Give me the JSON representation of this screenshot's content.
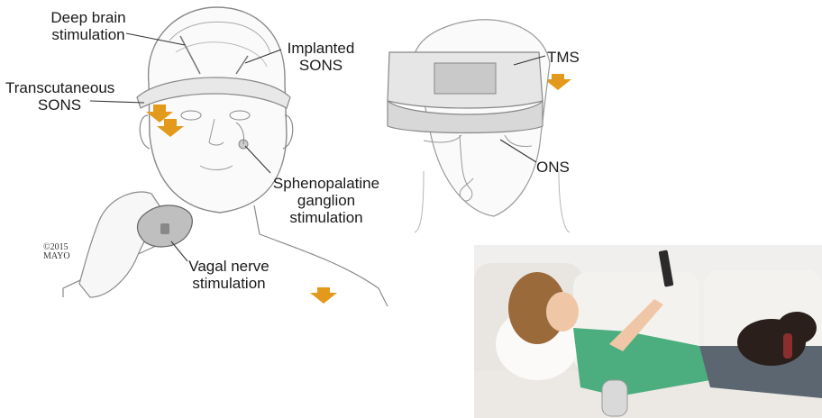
{
  "labels": {
    "deep_brain": "Deep brain\nstimulation",
    "implanted_sons": "Implanted\nSONS",
    "transcutaneous_sons": "Transcutaneous\nSONS",
    "sphenopalatine": "Sphenopalatine\nganglion\nstimulation",
    "vagal": "Vagal nerve\nstimulation",
    "tms": "TMS",
    "ons": "ONS"
  },
  "copyright": "©2015\nMAYO",
  "colors": {
    "arrow": "#e39a1c",
    "line": "#333333",
    "sketch": "#8a8a8a",
    "device_band": "#e6e6e6",
    "sofa": "#f1efed",
    "shirt": "#4cae7e",
    "hair": "#9b6a3a",
    "skin": "#f0c7a6",
    "dog": "#2a1f1a",
    "jeans": "#5b6670"
  }
}
